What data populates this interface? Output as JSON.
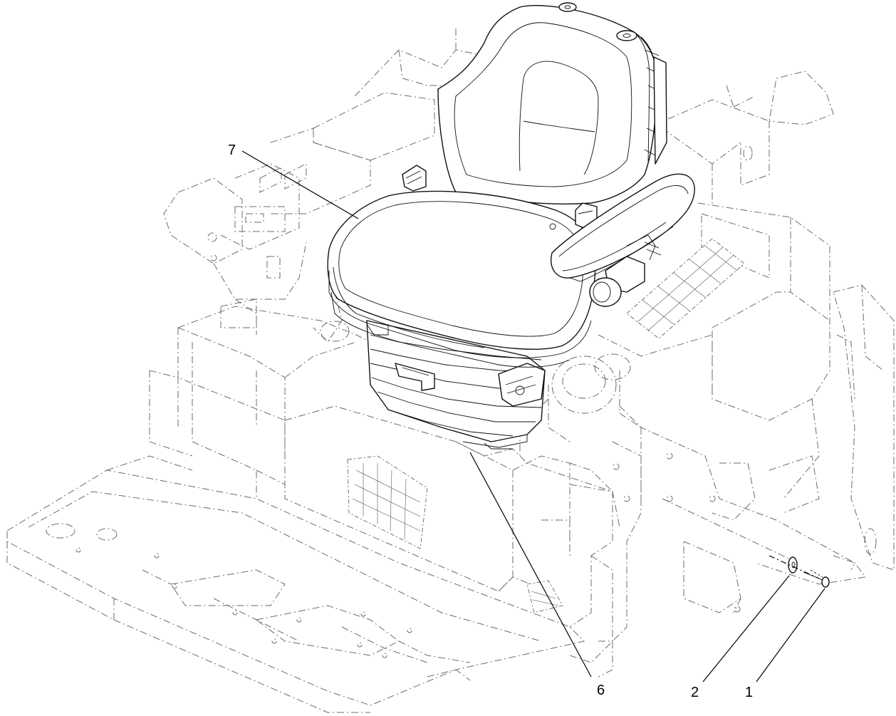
{
  "callouts": [
    {
      "id": "c7",
      "label": "7"
    },
    {
      "id": "c6",
      "label": "6"
    },
    {
      "id": "c2",
      "label": "2"
    },
    {
      "id": "c1",
      "label": "1"
    }
  ]
}
